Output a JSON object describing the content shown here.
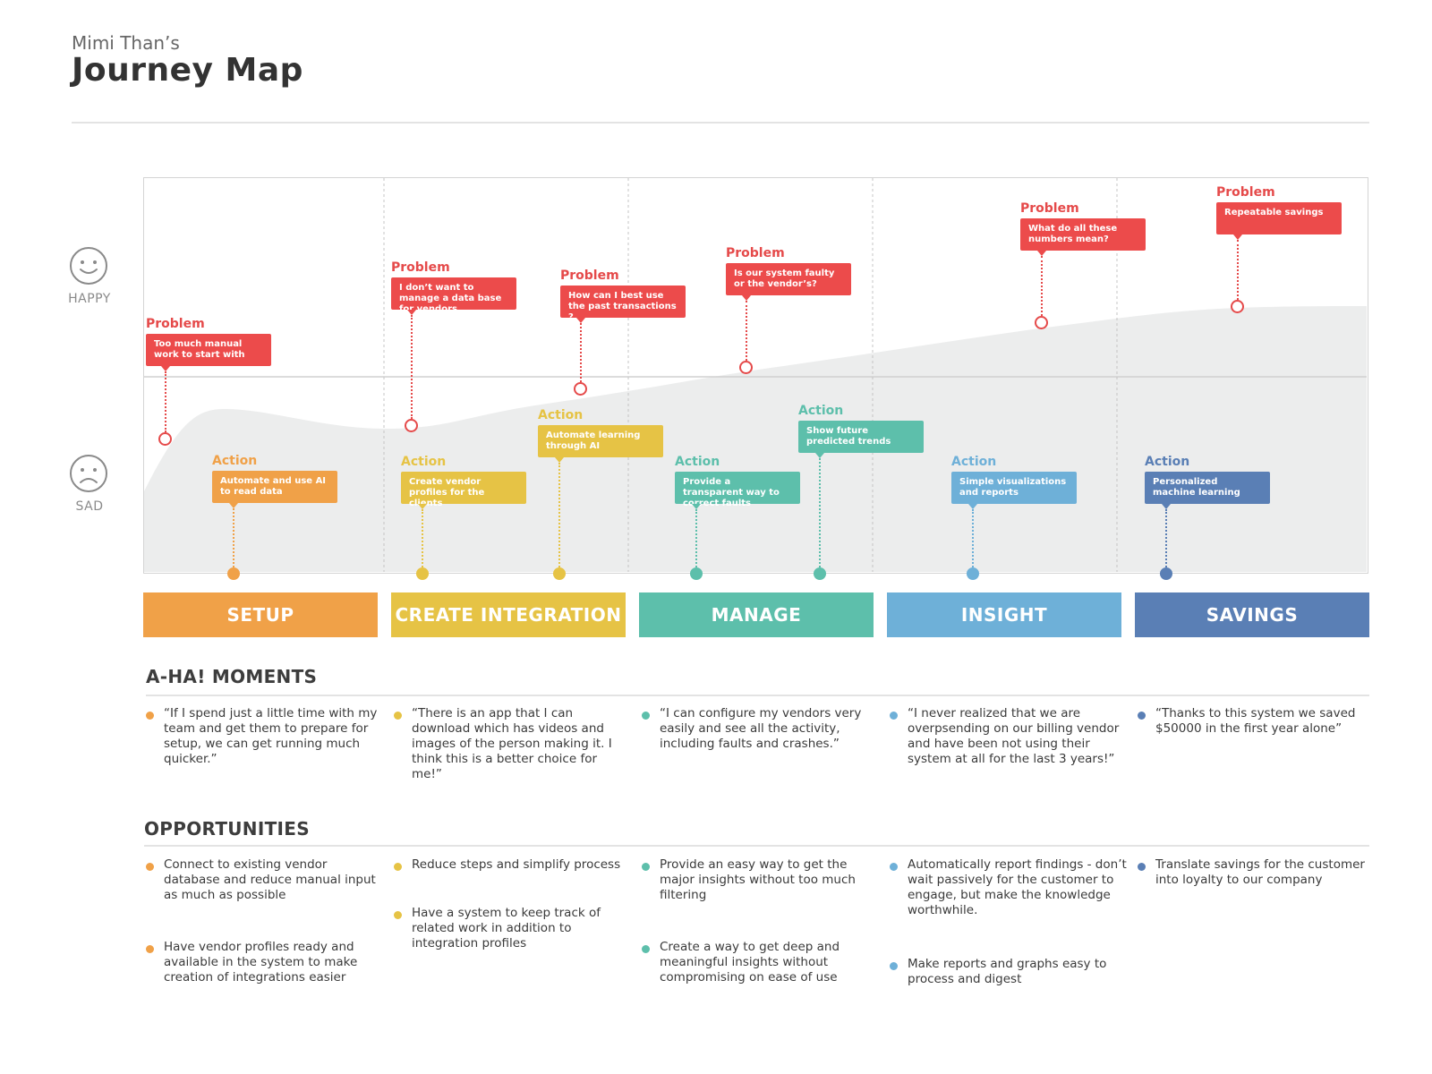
{
  "header": {
    "subtitle": "Mimi Than’s",
    "title": "Journey Map"
  },
  "moods": {
    "happy": "HAPPY",
    "sad": "SAD"
  },
  "colors": {
    "problem": "#ec4b4b",
    "setup": "#f0a148",
    "create_integration": "#e6c345",
    "manage": "#5dbfab",
    "insight": "#6eb0d8",
    "savings": "#5a7fb5",
    "area": "#eceded"
  },
  "stages": [
    {
      "label": "SETUP",
      "color": "#f0a148"
    },
    {
      "label": "CREATE INTEGRATION",
      "color": "#e6c345"
    },
    {
      "label": "MANAGE",
      "color": "#5dbfab"
    },
    {
      "label": "INSIGHT",
      "color": "#6eb0d8"
    },
    {
      "label": "SAVINGS",
      "color": "#5a7fb5"
    }
  ],
  "problems": [
    {
      "label": "Problem",
      "text": "Too much manual work to start with"
    },
    {
      "label": "Problem",
      "text": "I don’t want to manage a data base for vendors"
    },
    {
      "label": "Problem",
      "text": "How can I best use the past transactions ?"
    },
    {
      "label": "Problem",
      "text": "Is our system faulty or the vendor’s?"
    },
    {
      "label": "Problem",
      "text": "What do all these numbers mean?"
    },
    {
      "label": "Problem",
      "text": "Repeatable savings"
    }
  ],
  "actions": [
    {
      "label": "Action",
      "text": "Automate and use AI to read data",
      "color": "#f0a148"
    },
    {
      "label": "Action",
      "text": "Create vendor profiles for the clients",
      "color": "#e6c345"
    },
    {
      "label": "Action",
      "text": "Automate learning through AI",
      "color": "#e6c345"
    },
    {
      "label": "Action",
      "text": "Provide a transparent way to correct faults",
      "color": "#5dbfab"
    },
    {
      "label": "Action",
      "text": "Show future predicted trends",
      "color": "#5dbfab"
    },
    {
      "label": "Action",
      "text": "Simple visualizations and reports",
      "color": "#6eb0d8"
    },
    {
      "label": "Action",
      "text": "Personalized machine learning",
      "color": "#5a7fb5"
    }
  ],
  "aha": {
    "heading": "A-HA! MOMENTS",
    "items": [
      "“If I spend just a little time with my team and get them to prepare for setup, we can get running much quicker.”",
      "“There is an app that I can download which has videos and images of the person making it. I think this is a better choice for me!”",
      "“I can configure my vendors very easily and see all the activity, including faults and crashes.”",
      "“I never realized that we are overpsending on our billing vendor and have been not using their system at all for the last 3 years!”",
      "“Thanks to this system we saved $50000 in the first year alone”"
    ]
  },
  "opportunities": {
    "heading": "OPPORTUNITIES",
    "columns": [
      [
        "Connect to existing vendor database and reduce manual input as much as possible",
        "Have vendor profiles ready and available in the system to make creation of integrations easier"
      ],
      [
        "Reduce steps and simplify process",
        "Have a system to keep track of related work in addition to integration profiles"
      ],
      [
        "Provide an easy way to get the major insights without too much filtering",
        "Create a way to get deep and meaningful insights without compromising on ease of use"
      ],
      [
        "Automatically report findings - don’t wait passively for the customer to engage, but make the knowledge worthwhile.",
        "Make reports and graphs easy to process and digest"
      ],
      [
        "Translate savings for the customer into loyalty to our company"
      ]
    ]
  }
}
